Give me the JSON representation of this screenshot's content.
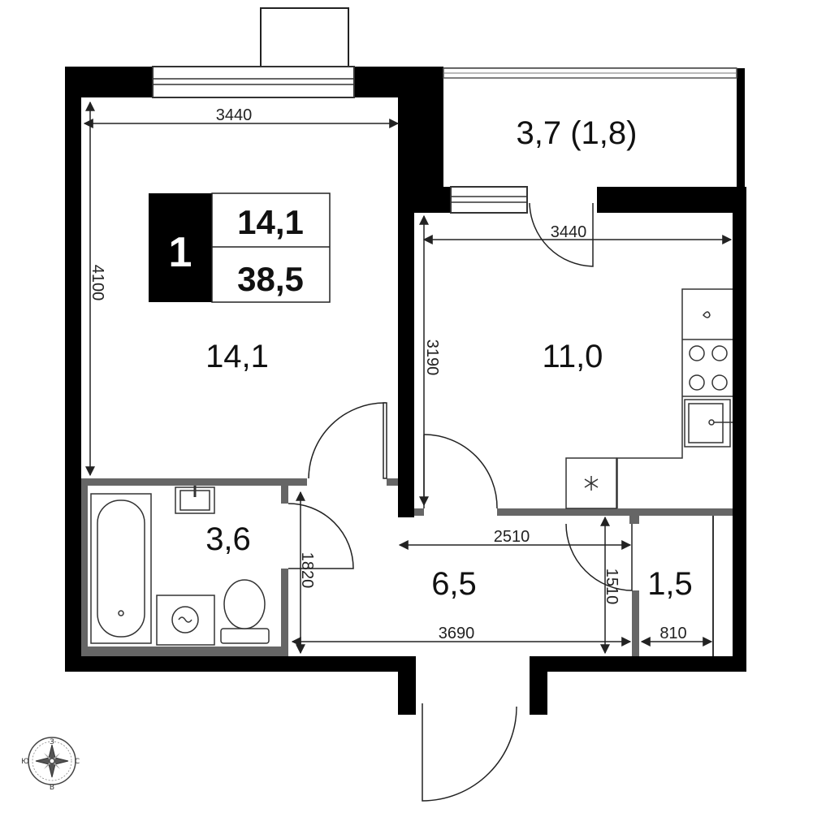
{
  "summary": {
    "rooms_count": "1",
    "living_area": "14,1",
    "total_area": "38,5"
  },
  "rooms": {
    "bedroom": "14,1",
    "balcony": "3,7 (1,8)",
    "kitchen": "11,0",
    "bathroom": "3,6",
    "hall": "6,5",
    "closet": "1,5"
  },
  "dimensions": {
    "bedroom_width": "3440",
    "bedroom_depth": "4100",
    "kitchen_width": "3440",
    "kitchen_depth": "3190",
    "hall_upper": "2510",
    "hall_lower": "3690",
    "bath_depth": "1820",
    "closet_depth": "1510",
    "closet_width": "810"
  },
  "compass": {
    "north": "З",
    "west": "Ю",
    "east": "С",
    "south": "В"
  },
  "colors": {
    "wall": "#000000",
    "partition": "#666666",
    "fixture_stroke": "#333333"
  }
}
